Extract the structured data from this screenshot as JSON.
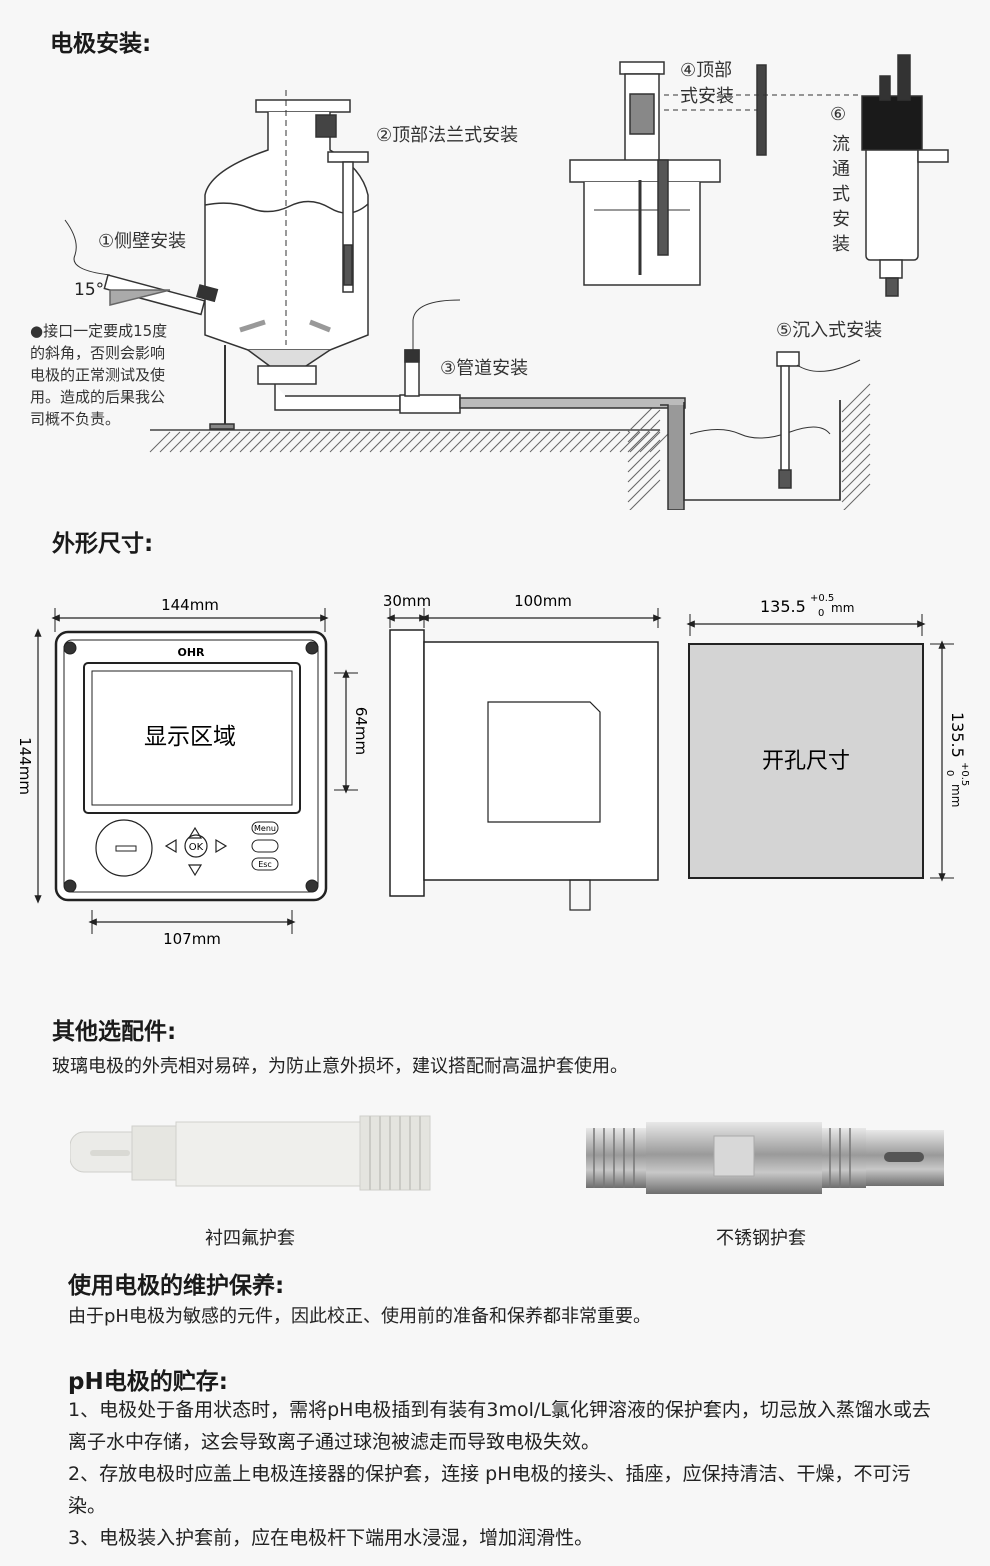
{
  "section_install": {
    "title": "电极安装:",
    "labels": {
      "side_wall": "①侧壁安装",
      "top_flange": "②顶部法兰式安装",
      "pipe": "③管道安装",
      "top": "④顶部式安装",
      "top_line1": "④顶部",
      "top_line2": "式安装",
      "submerged": "⑤沉入式安装",
      "flow_num": "⑥",
      "flow_chars": [
        "流",
        "通",
        "式",
        "安",
        "装"
      ],
      "angle": "15°"
    },
    "note_lines": [
      "●接口一定要成15度",
      "的斜角，否则会影响",
      "电极的正常测试及使",
      "用。造成的后果我公",
      "司概不负责。"
    ]
  },
  "section_dims": {
    "title": "外形尺寸:",
    "front": {
      "width": "144mm",
      "height": "144mm",
      "display_h": "64mm",
      "bottom": "107mm",
      "brand": "OHR",
      "display_label": "显示区域",
      "keys": [
        "Menu",
        "OK",
        "Esc"
      ]
    },
    "side": {
      "depth_front": "30mm",
      "depth_body": "100mm"
    },
    "cutout": {
      "width": "135.5",
      "tol_plus": "+0.5",
      "tol_zero": "0",
      "unit": "mm",
      "label": "开孔尺寸"
    }
  },
  "section_accessories": {
    "title": "其他选配件:",
    "description": "玻璃电极的外壳相对易碎，为防止意外损坏，建议搭配耐高温护套使用。",
    "items": [
      {
        "name": "衬四氟护套",
        "color": "#ebebe8"
      },
      {
        "name": "不锈钢护套",
        "color": "#b8b8b8"
      }
    ]
  },
  "section_maintenance": {
    "title": "使用电极的维护保养:",
    "text": "由于pH电极为敏感的元件，因此校正、使用前的准备和保养都非常重要。"
  },
  "section_storage": {
    "title": "pH电极的贮存:",
    "items": [
      "1、电极处于备用状态时，需将pH电极插到有装有3mol/L氯化钾溶液的保护套内，切忌放入蒸馏水或去离子水中存储，这会导致离子通过球泡被滤走而导致电极失效。",
      "2、存放电极时应盖上电极连接器的保护套，连接 pH电极的接头、插座，应保持清洁、干燥，不可污染。",
      "3、电极装入护套前，应在电极杆下端用水浸湿，增加润滑性。"
    ]
  }
}
